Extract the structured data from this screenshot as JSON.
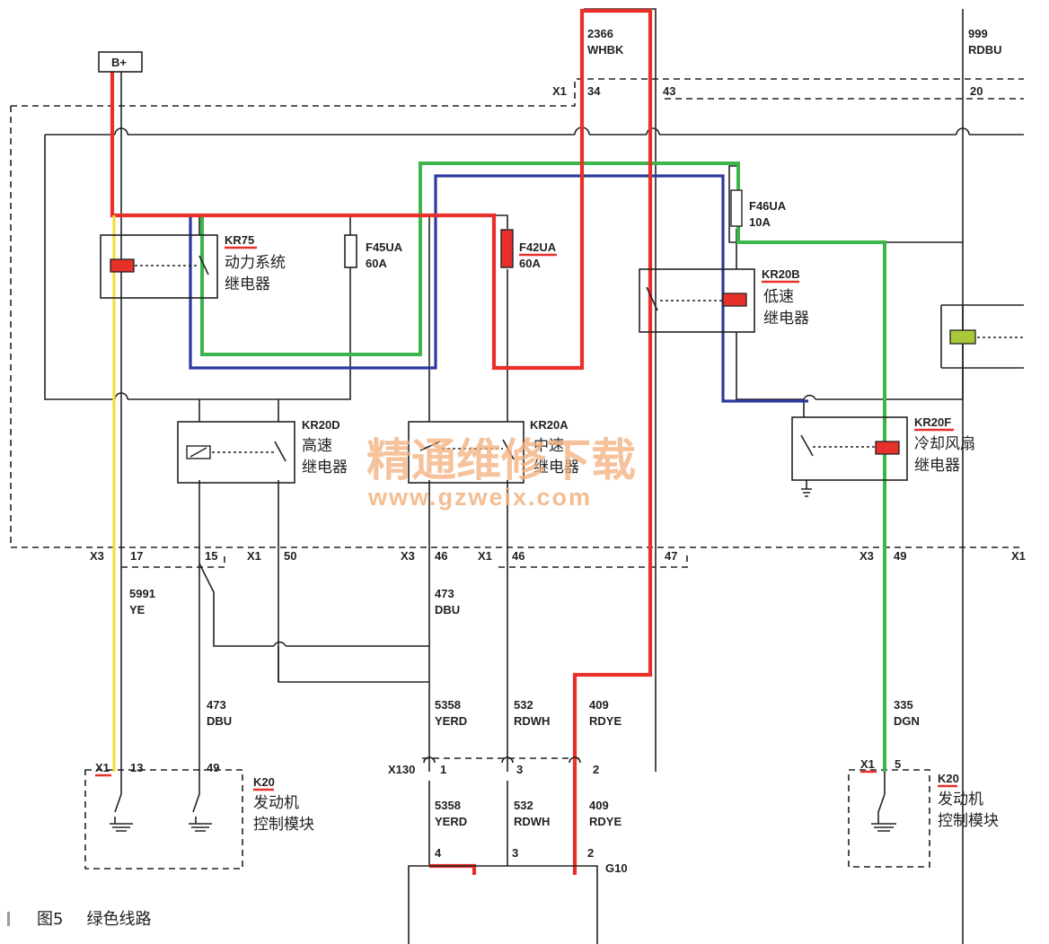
{
  "watermark": {
    "text": "精通维修下载",
    "url": "www.gzweix.com"
  },
  "caption": {
    "figure": "图5",
    "title": "绿色线路"
  },
  "supply": "B+",
  "top_wires": [
    {
      "circuit": "2366",
      "color": "WHBK"
    },
    {
      "circuit": "999",
      "color": "RDBU"
    }
  ],
  "connector_x1_top": {
    "name": "X1",
    "pins": [
      "34",
      "43",
      "20"
    ]
  },
  "relays": {
    "kr75": {
      "id": "KR75",
      "line1": "动力系统",
      "line2": "继电器"
    },
    "kr20b": {
      "id": "KR20B",
      "line1": "低速",
      "line2": "继电器"
    },
    "kr20d": {
      "id": "KR20D",
      "line1": "高速",
      "line2": "继电器"
    },
    "kr20a": {
      "id": "KR20A",
      "line1": "中速",
      "line2": "继电器"
    },
    "kr20f": {
      "id": "KR20F",
      "line1": "冷却风扇",
      "line2": "继电器"
    }
  },
  "fuses": {
    "f45ua": {
      "id": "F45UA",
      "rating": "60A"
    },
    "f42ua": {
      "id": "F42UA",
      "rating": "60A"
    },
    "f46ua": {
      "id": "F46UA",
      "rating": "10A"
    }
  },
  "bottom_connectors": {
    "x3_left": {
      "name": "X3",
      "pins": [
        "17",
        "15"
      ]
    },
    "x1_mid": {
      "name": "X1",
      "pins": [
        "50"
      ]
    },
    "x3_mid": {
      "name": "X3",
      "pins": [
        "46"
      ]
    },
    "x1_right": {
      "name": "X1",
      "pins": [
        "46",
        "47"
      ]
    },
    "x3_far": {
      "name": "X3",
      "pins": [
        "49"
      ]
    },
    "x1_edge": {
      "name": "X1"
    }
  },
  "wires": [
    {
      "circuit": "5991",
      "color": "YE"
    },
    {
      "circuit": "473",
      "color": "DBU"
    },
    {
      "circuit": "473",
      "color": "DBU"
    },
    {
      "circuit": "5358",
      "color": "YERD"
    },
    {
      "circuit": "532",
      "color": "RDWH"
    },
    {
      "circuit": "409",
      "color": "RDYE"
    },
    {
      "circuit": "335",
      "color": "DGN"
    },
    {
      "circuit": "5358",
      "color": "YERD"
    },
    {
      "circuit": "532",
      "color": "RDWH"
    },
    {
      "circuit": "409",
      "color": "RDYE"
    }
  ],
  "x130": {
    "name": "X130",
    "pins": [
      "1",
      "3",
      "2"
    ]
  },
  "g10": {
    "name": "G10",
    "pins": [
      "4",
      "3",
      "2"
    ]
  },
  "k20_left": {
    "id": "K20",
    "line1": "发动机",
    "line2": "控制模块",
    "connector": "X1",
    "pins": [
      "13",
      "49"
    ]
  },
  "k20_right": {
    "id": "K20",
    "line1": "发动机",
    "line2": "控制模块",
    "connector": "X1",
    "pins": [
      "5"
    ]
  },
  "highlight_colors": {
    "green": "#3cb54a",
    "red": "#e8302a",
    "blue": "#2b3b9c",
    "yellow": "#f2e13a"
  }
}
